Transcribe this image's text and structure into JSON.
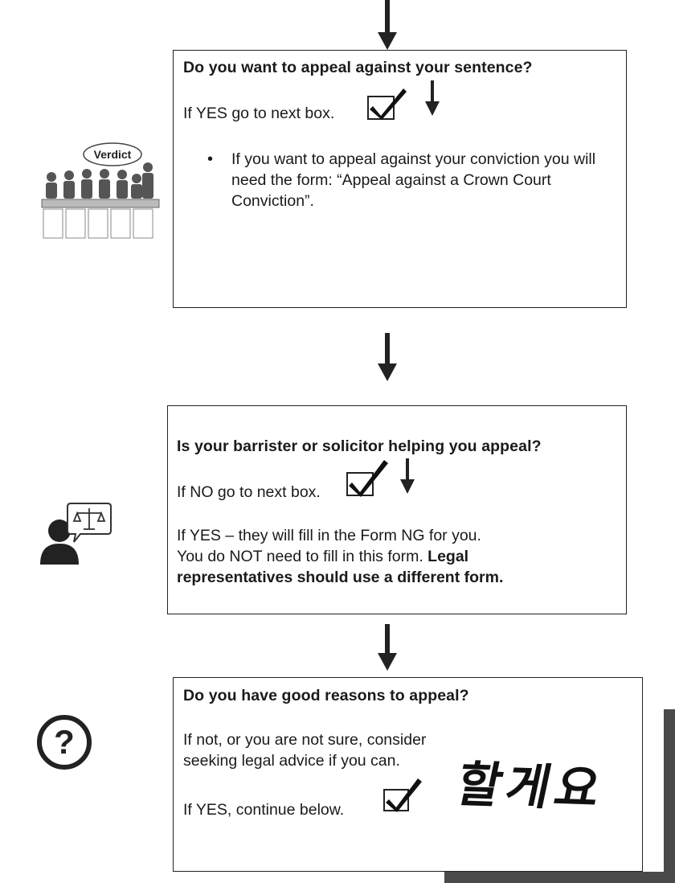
{
  "box1": {
    "title": "Do you want to appeal against your sentence?",
    "yes_line": "If YES go to next box.",
    "bullet": "If you want to appeal against your conviction you will need the form: “Appeal against a Crown Court Conviction”.",
    "icon_label": "Verdict"
  },
  "box2": {
    "title": "Is your barrister or solicitor helping you appeal?",
    "no_line": "If NO go to next box.",
    "yes_line1": "If YES – they will fill in the Form NG for you.",
    "yes_line2_plain": "You do NOT need to fill in this form.",
    "yes_line2_bold": "Legal",
    "yes_line3_bold": "representatives should use a different form."
  },
  "box3": {
    "title": "Do you have good reasons to appeal?",
    "advice": "If not, or you are not sure, consider seeking legal advice if you can.",
    "yes_line": "If YES, continue below."
  },
  "handwriting": "할게요",
  "icons": [
    "down-arrow-icon",
    "checkbox-tick-icon",
    "jury-verdict-icon",
    "person-scales-icon",
    "question-circle-icon"
  ]
}
